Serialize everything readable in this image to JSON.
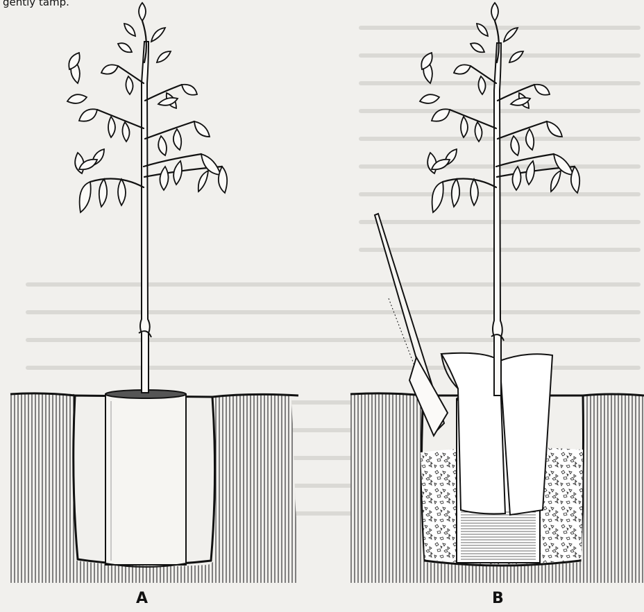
{
  "caption_fragment": "gently tamp.",
  "panels": [
    {
      "label": "A"
    },
    {
      "label": "B"
    }
  ],
  "colors": {
    "ink": "#111111",
    "paper": "#f1f0ed",
    "ghost_text": "#c9c7c2",
    "soil_fill": "#ffffff"
  }
}
